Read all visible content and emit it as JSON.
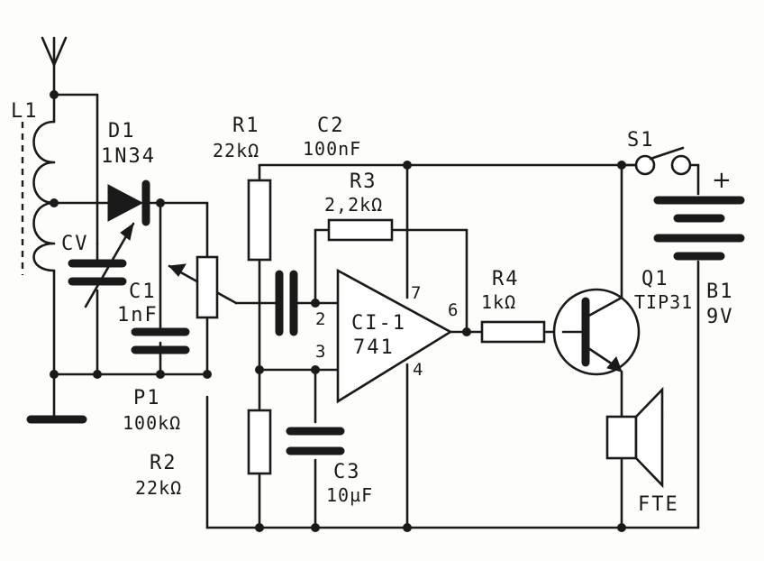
{
  "components": {
    "l1": {
      "ref": "L1"
    },
    "d1": {
      "ref": "D1",
      "value": "1N34"
    },
    "cv": {
      "ref": "CV"
    },
    "c1": {
      "ref": "C1",
      "value": "1nF"
    },
    "p1": {
      "ref": "P1",
      "value": "100kΩ"
    },
    "r1": {
      "ref": "R1",
      "value": "22kΩ"
    },
    "r2": {
      "ref": "R2",
      "value": "22kΩ"
    },
    "c2": {
      "ref": "C2",
      "value": "100nF"
    },
    "r3": {
      "ref": "R3",
      "value": "2,2kΩ"
    },
    "c3": {
      "ref": "C3",
      "value": "10µF"
    },
    "ic1": {
      "ref": "CI-1",
      "value": "741",
      "pins": {
        "inv": "2",
        "noninv": "3",
        "out": "6",
        "vplus": "7",
        "vminus": "4"
      }
    },
    "r4": {
      "ref": "R4",
      "value": "1kΩ"
    },
    "q1": {
      "ref": "Q1",
      "value": "TIP31"
    },
    "s1": {
      "ref": "S1"
    },
    "b1": {
      "ref": "B1",
      "value": "9V",
      "polarity": "+"
    },
    "fte": {
      "ref": "FTE"
    }
  }
}
